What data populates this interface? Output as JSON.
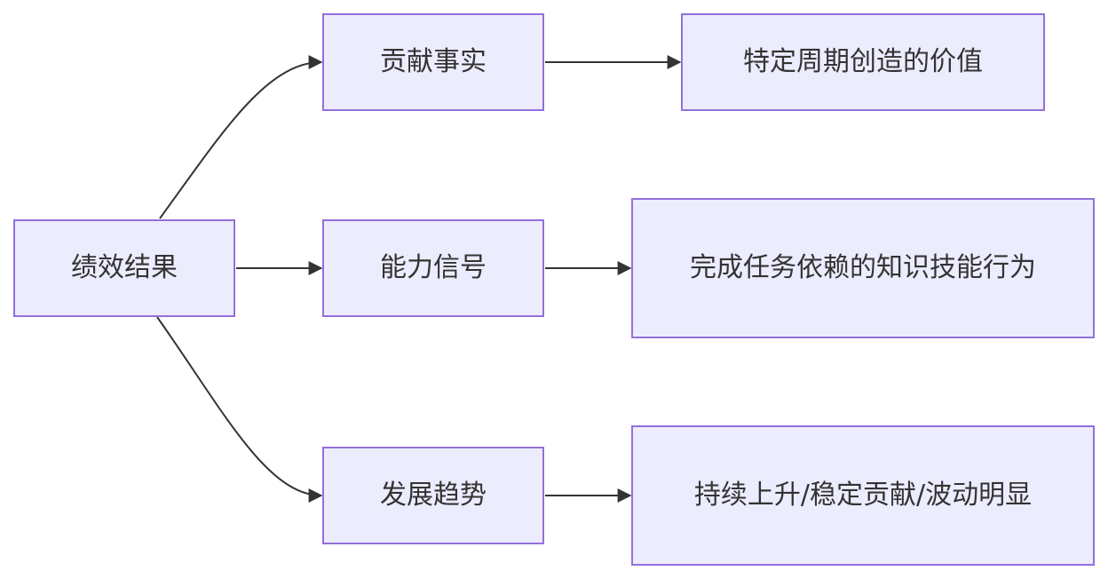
{
  "diagram": {
    "root": {
      "label": "绩效结果"
    },
    "branches": [
      {
        "label": "贡献事实",
        "detail": "特定周期创造的价值"
      },
      {
        "label": "能力信号",
        "detail": "完成任务依赖的知识技能行为"
      },
      {
        "label": "发展趋势",
        "detail": "持续上升/稳定贡献/波动明显"
      }
    ],
    "colors": {
      "node_fill": "#ececff",
      "node_border": "#9370db",
      "text": "#333333",
      "edge": "#333333"
    }
  }
}
